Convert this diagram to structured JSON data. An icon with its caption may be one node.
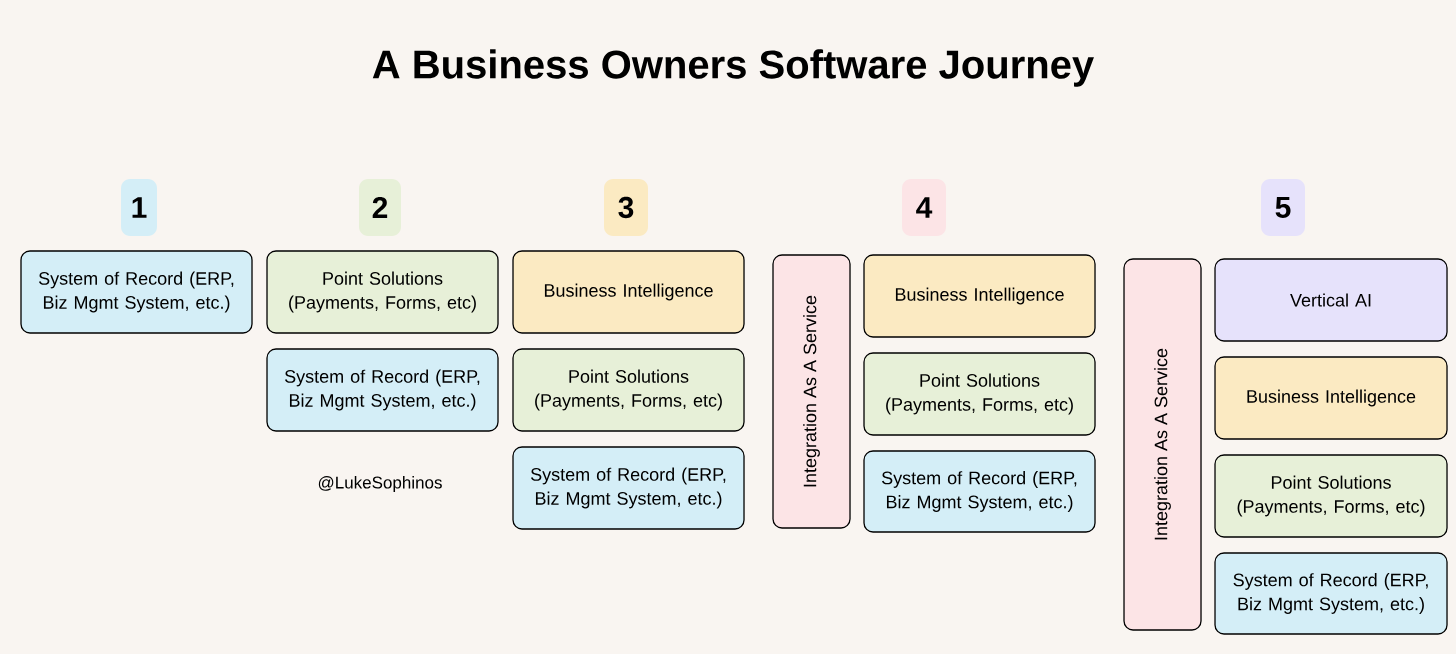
{
  "diagram": {
    "title": "A Business Owners Software Journey",
    "nodes": [
      {
        "text": [
          "1"
        ]
      },
      {
        "text": [
          "2"
        ]
      },
      {
        "text": [
          "3"
        ]
      },
      {
        "text": [
          "4"
        ]
      },
      {
        "text": [
          "5"
        ]
      },
      {
        "text": [
          "System of Record (ERP, Biz Mgmt System, etc.)"
        ]
      },
      {
        "text": [
          "Point Solutions (Payments, Forms, etc)"
        ]
      },
      {
        "text": [
          "System of Record (ERP, Biz Mgmt System, etc.)"
        ]
      },
      {
        "text": [
          "Business Intelligence"
        ]
      },
      {
        "text": [
          "Point Solutions (Payments, Forms, etc)"
        ]
      },
      {
        "text": [
          "System of Record (ERP, Biz Mgmt System, etc.)"
        ]
      },
      {
        "text": [
          "Integration As A Service"
        ]
      },
      {
        "text": [
          "Business Intelligence"
        ]
      },
      {
        "text": [
          "Point Solutions (Payments, Forms, etc)"
        ]
      },
      {
        "text": [
          "System of Record (ERP, Biz Mgmt System, etc.)"
        ]
      },
      {
        "text": [
          "Integration As A Service"
        ]
      },
      {
        "text": [
          "Vertical AI"
        ]
      },
      {
        "text": [
          "Business Intelligence"
        ]
      },
      {
        "text": [
          "Point Solutions (Payments, Forms, etc)"
        ]
      },
      {
        "text": [
          "System of Record (ERP, Biz Mgmt System, etc.)"
        ]
      }
    ],
    "labels": [
      "@LukeSophinos"
    ]
  }
}
